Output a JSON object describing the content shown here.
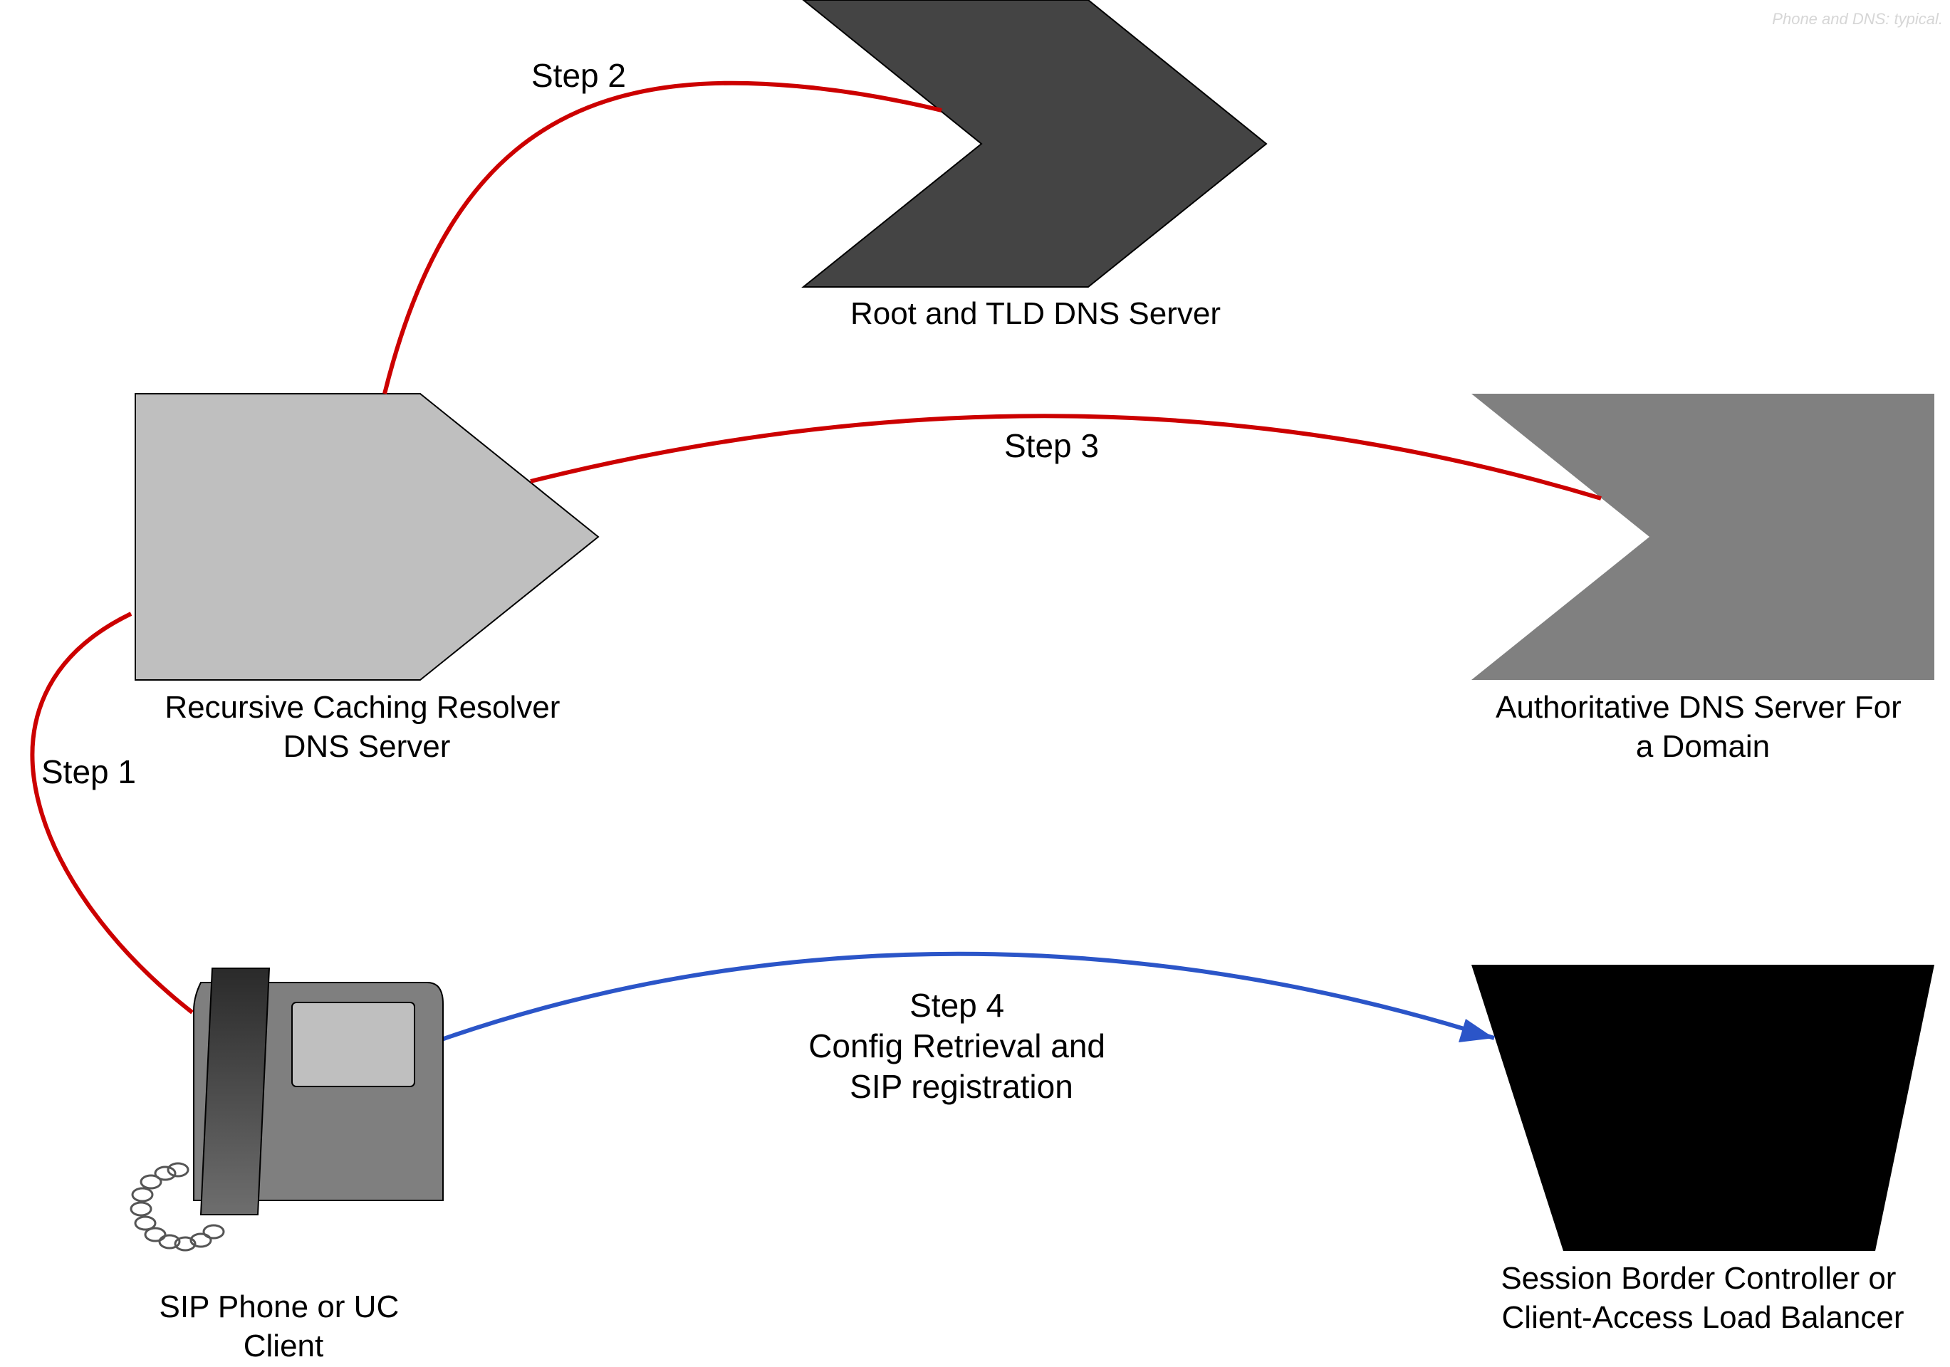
{
  "watermark": "Phone and DNS: typical.",
  "nodes": {
    "root_tld": {
      "label": "Root and TLD DNS Server",
      "color": "#444444"
    },
    "resolver": {
      "label_lines": [
        "Recursive Caching Resolver",
        "DNS Server"
      ],
      "color": "#bfbfbf"
    },
    "authoritative": {
      "label_lines": [
        "Authoritative DNS Server For",
        "a Domain"
      ],
      "color": "#808080"
    },
    "sip_phone": {
      "label_lines": [
        "SIP Phone or UC",
        "Client"
      ],
      "color": "#7f7f7f"
    },
    "sbc": {
      "label_lines": [
        "Session Border Controller or",
        "Client-Access Load Balancer"
      ],
      "color": "#000000"
    }
  },
  "steps": {
    "step1": {
      "label": "Step 1",
      "color": "#cc0000"
    },
    "step2": {
      "label": "Step 2",
      "color": "#cc0000"
    },
    "step3": {
      "label": "Step 3",
      "color": "#cc0000"
    },
    "step4": {
      "label_lines": [
        "Step 4",
        "Config Retrieval and",
        "SIP registration"
      ],
      "color": "#2b55c8"
    }
  }
}
